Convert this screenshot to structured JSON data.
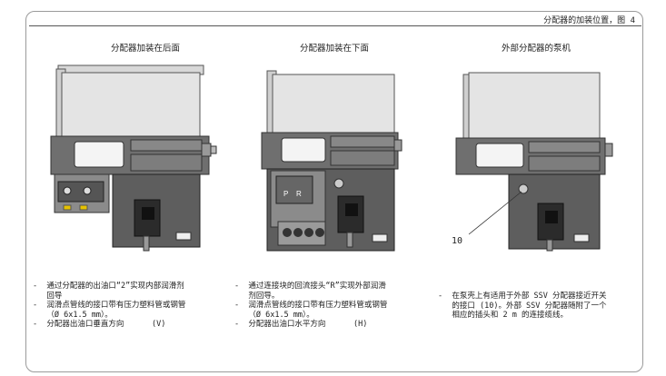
{
  "header": {
    "title": "分配器的加装位置，图 4"
  },
  "columns": [
    {
      "title": "分配器加装在后面",
      "notes": [
        "-  通过分配器的出油口“2”实现内部润滑剂",
        "   回导",
        "-  润滑点管线的接口带有压力塑料管或钢管",
        "   （Ø 6x1.5 mm）。",
        "-  分配器出油口垂直方向      (V)"
      ]
    },
    {
      "title": "分配器加装在下面",
      "notes": [
        "-  通过连接块的回流接头“R”实现外部润滑",
        "   剂回导。",
        "-  润滑点管线的接口带有压力塑料管或钢管",
        "   （Ø 6x1.5 mm）。",
        "-  分配器出油口水平方向      (H)"
      ],
      "block_labels": {
        "p": "P",
        "r": "R"
      }
    },
    {
      "title": "外部分配器的泵机",
      "notes": [
        "-  在泵壳上有适用于外部 SSV 分配器接近开关",
        "   的接口 (10)。外部 SSV 分配器随附了一个",
        "   相应的插头和 2 m 的连接缆线。"
      ],
      "callout": "10"
    }
  ]
}
